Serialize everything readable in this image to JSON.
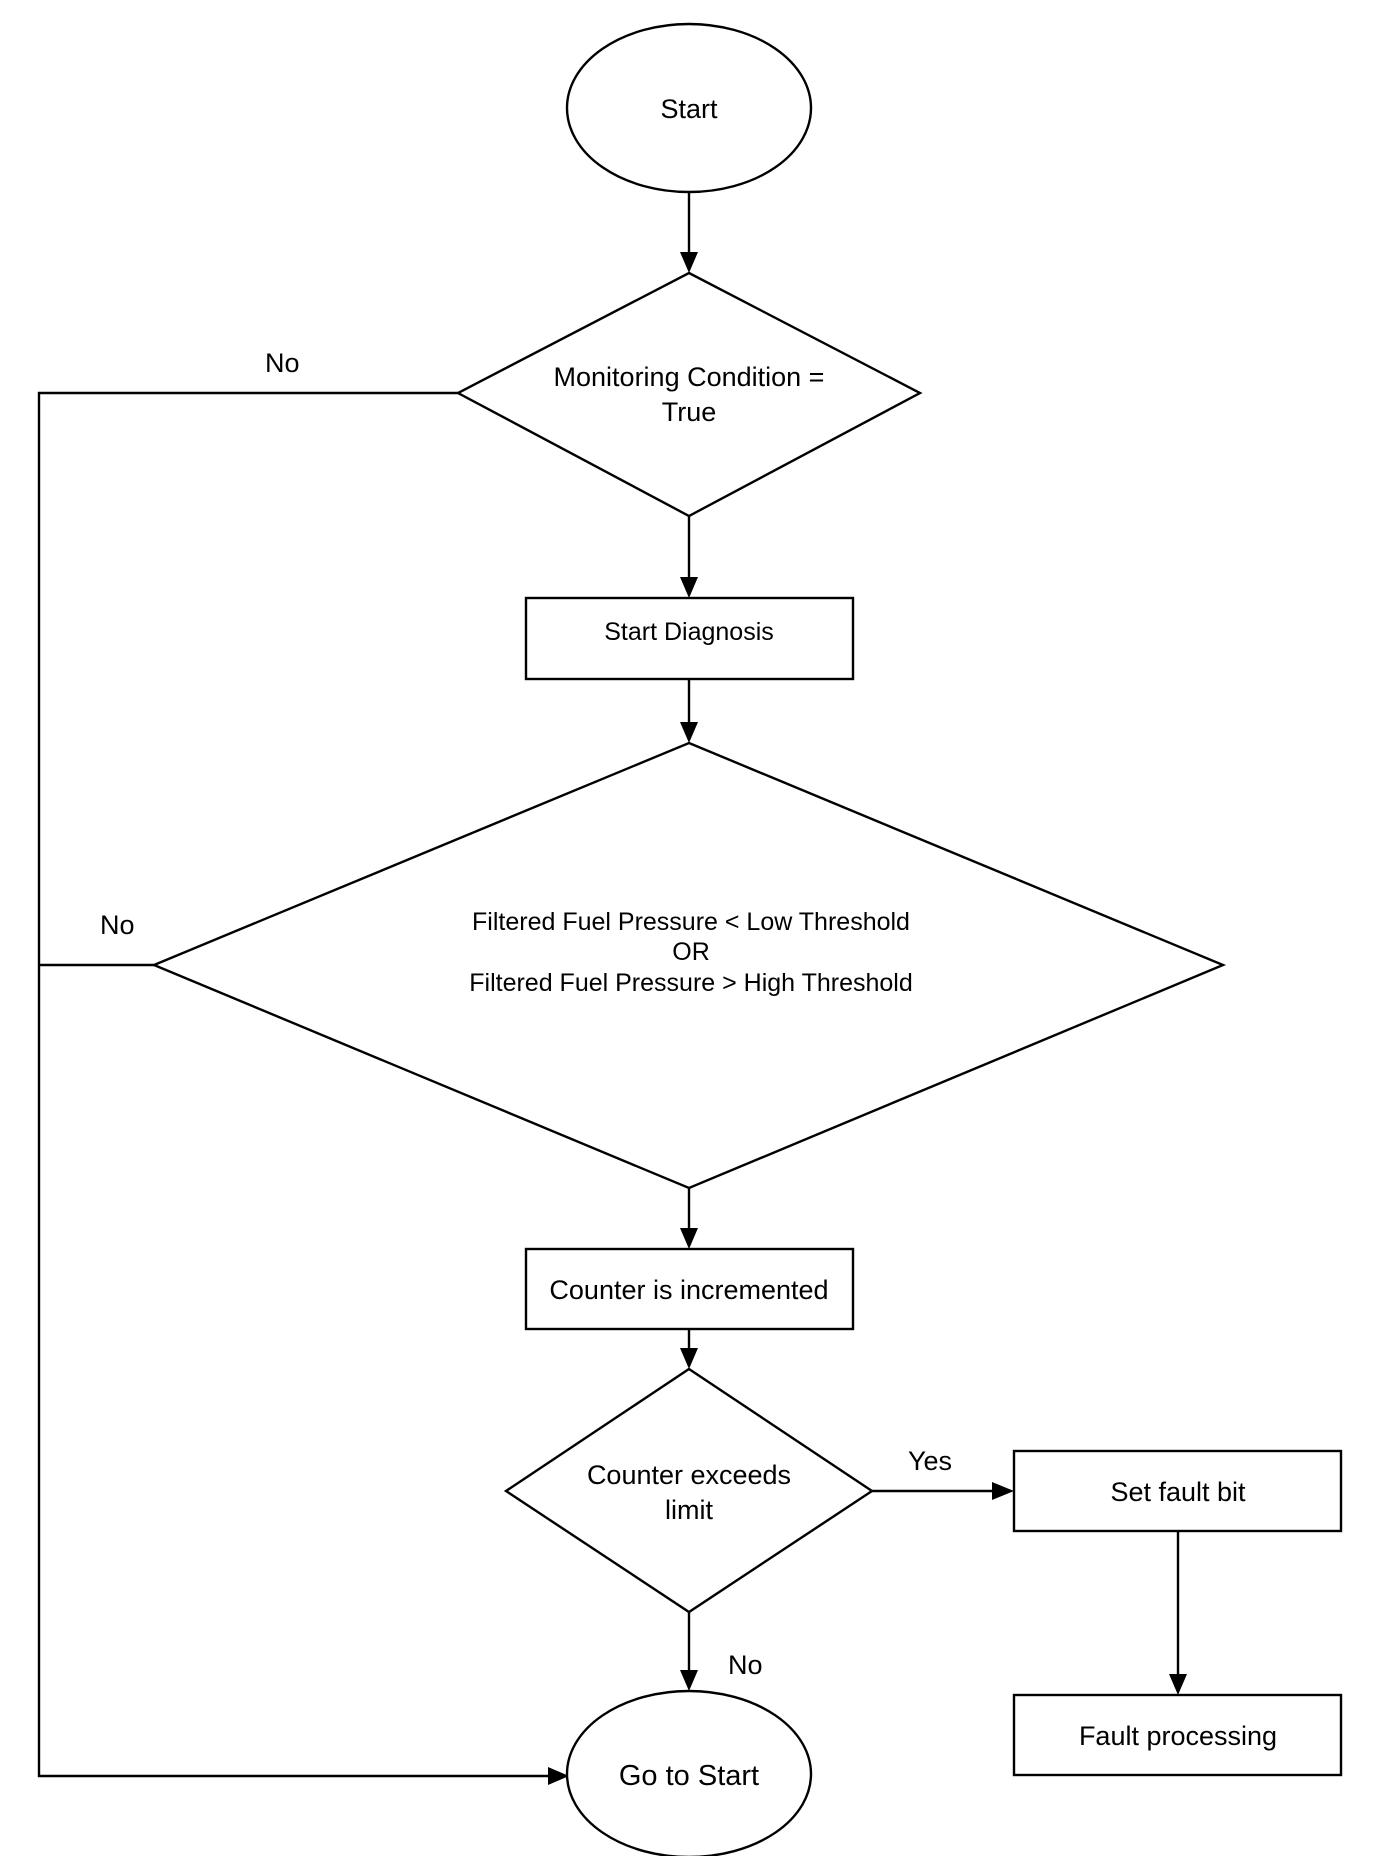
{
  "flowchart": {
    "start": "Start",
    "monitoring": [
      "Monitoring Condition =",
      "True"
    ],
    "start_diagnosis": "Start Diagnosis",
    "pressure_check": [
      "Filtered Fuel Pressure < Low Threshold",
      "OR",
      "Filtered Fuel Pressure > High Threshold"
    ],
    "counter_incremented": "Counter is incremented",
    "counter_exceeds": [
      "Counter exceeds",
      "limit"
    ],
    "set_fault_bit": "Set fault bit",
    "fault_processing": "Fault processing",
    "go_to_start": "Go to Start",
    "edge_labels": {
      "no_monitoring": "No",
      "no_pressure": "No",
      "yes_counter": "Yes",
      "no_counter": "No"
    }
  }
}
